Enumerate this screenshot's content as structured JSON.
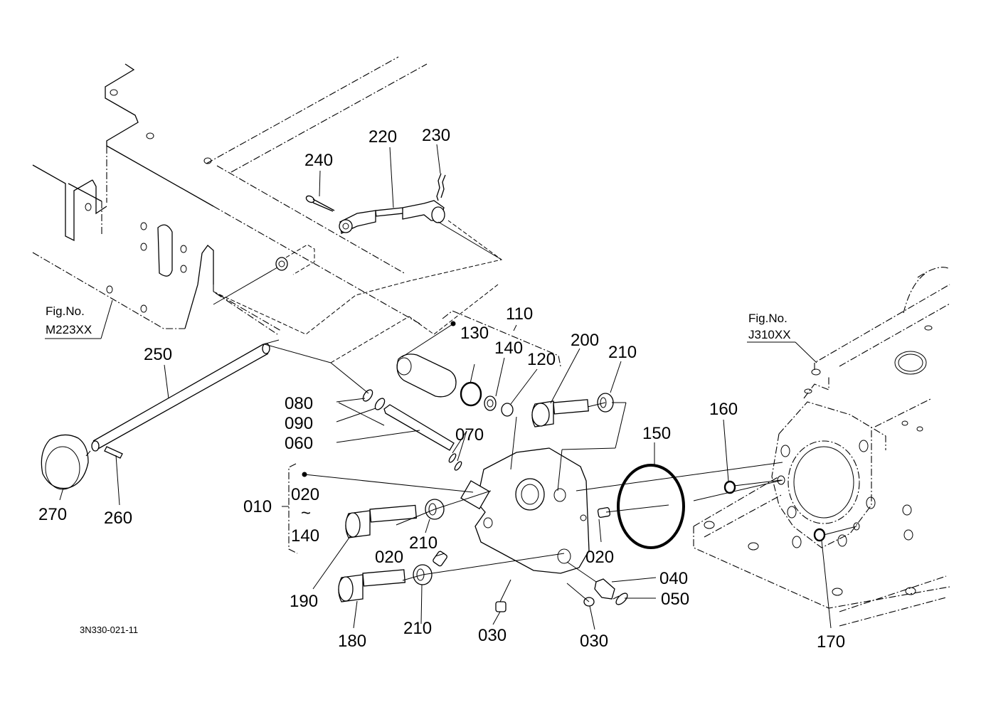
{
  "diagram": {
    "drawing_code": "3N330-021-11",
    "figure_refs": [
      {
        "line1": "Fig.No.",
        "line2": "M223XX"
      },
      {
        "line1": "Fig.No.",
        "line2": "J310XX"
      }
    ],
    "callouts": {
      "p010": "010",
      "p020_range_start": "020",
      "p020_range_tilde": "~",
      "p140_range_end": "140",
      "p020a": "020",
      "p020b": "020",
      "p030a": "030",
      "p030b": "030",
      "p040": "040",
      "p050": "050",
      "p060": "060",
      "p070": "070",
      "p080": "080",
      "p090": "090",
      "p110": "110",
      "p120": "120",
      "p130": "130",
      "p140": "140",
      "p150": "150",
      "p160": "160",
      "p170": "170",
      "p180": "180",
      "p190": "190",
      "p200": "200",
      "p210a": "210",
      "p210b": "210",
      "p210c": "210",
      "p220": "220",
      "p230": "230",
      "p240": "240",
      "p250": "250",
      "p260": "260",
      "p270": "270"
    }
  }
}
